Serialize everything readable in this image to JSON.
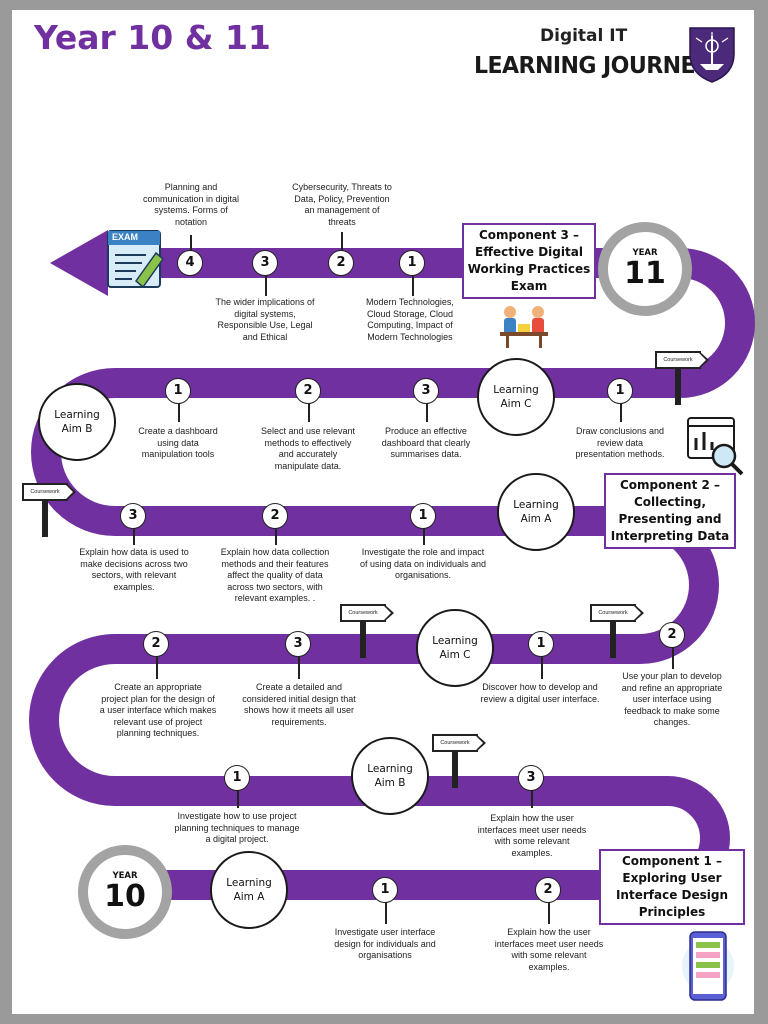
{
  "header": {
    "title": "Year 10 & 11",
    "brand_top": "Digital IT",
    "brand_main": "LEARNING JOURNEY"
  },
  "colors": {
    "road": "#7030a0",
    "title": "#7030a0",
    "year_ring": "#a3a3a3"
  },
  "exam_icon_label": "EXAM",
  "years": {
    "top_label": "YEAR",
    "top_value": "11",
    "bottom_label": "YEAR",
    "bottom_value": "10"
  },
  "sign_label": "Coursework",
  "components": {
    "c3": [
      "Component 3  –",
      "Effective Digital",
      "Working Practices",
      "Exam"
    ],
    "c2": [
      "Component 2 –",
      "Collecting,",
      "Presenting and",
      "Interpreting Data"
    ],
    "c1": [
      "Component 1 –",
      "Exploring User",
      "Interface Design",
      "Principles"
    ]
  },
  "aims": {
    "r2c": [
      "Learning",
      "Aim C"
    ],
    "r2b": [
      "Learning",
      "Aim B"
    ],
    "r3a": [
      "Learning",
      "Aim A"
    ],
    "r4c": [
      "Learning",
      "Aim C"
    ],
    "r5b": [
      "Learning",
      "Aim B"
    ],
    "r6a": [
      "Learning",
      "Aim A"
    ]
  },
  "row1": {
    "n4": "4",
    "n3": "3",
    "n2": "2",
    "n1": "1",
    "t4": [
      "Planning and",
      "communication in digital",
      "systems. Forms of",
      "notation"
    ],
    "t2": [
      "Cybersecurity, Threats to",
      "Data, Policy, Prevention",
      "an management of",
      "threats"
    ],
    "t3": [
      "The wider implications of",
      "digital systems,",
      "Responsible Use, Legal",
      "and Ethical"
    ],
    "t1": [
      "Modern Technologies,",
      "Cloud Storage, Cloud",
      "Computing, Impact of",
      "Modern Technologies"
    ]
  },
  "row2": {
    "n1a": "1",
    "n2": "2",
    "n3": "3",
    "n1b": "1",
    "t1a": [
      "Create a dashboard",
      "using data",
      "manipulation tools"
    ],
    "t2": [
      "Select and use relevant",
      "methods to effectively",
      "and accurately",
      "manipulate data."
    ],
    "t3": [
      "Produce an effective",
      "dashboard that clearly",
      "summarises data."
    ],
    "t1b": [
      "Draw conclusions and",
      "review data",
      "presentation methods."
    ]
  },
  "row3": {
    "n3": "3",
    "n2": "2",
    "n1": "1",
    "t3": [
      "Explain how data is used to",
      "make decisions across two",
      "sectors, with relevant",
      "examples."
    ],
    "t2": [
      "Explain how data collection",
      "methods and their features",
      "affect the quality of data",
      "across two sectors, with",
      "relevant examples. ."
    ],
    "t1": [
      "Investigate the role and impact",
      "of using data on individuals and",
      "organisations."
    ]
  },
  "row4": {
    "n2a": "2",
    "n3": "3",
    "n1": "1",
    "n2b": "2",
    "t2a": [
      "Create an appropriate",
      "project plan for the design of",
      "a user interface which makes",
      "relevant use of project",
      "planning techniques."
    ],
    "t3": [
      "Create a detailed and",
      "considered initial design that",
      "shows how it meets all user",
      "requirements."
    ],
    "t1": [
      "Discover how to develop and",
      "review a digital user interface."
    ],
    "t2b": [
      "Use your plan to develop",
      "and refine an appropriate",
      "user interface using",
      "feedback to make some",
      "changes."
    ]
  },
  "row5": {
    "n1": "1",
    "n3": "3",
    "t1": [
      "Investigate how to use project",
      "planning techniques to manage",
      "a digital project."
    ],
    "t3": [
      "Explain how the user",
      "interfaces meet user needs",
      "with some relevant",
      "examples."
    ]
  },
  "row6": {
    "n1": "1",
    "n2": "2",
    "t1": [
      "Investigate user interface",
      "design for individuals and",
      "organisations"
    ],
    "t2": [
      "Explain how the user",
      "interfaces meet user needs",
      "with some relevant",
      "examples."
    ]
  }
}
